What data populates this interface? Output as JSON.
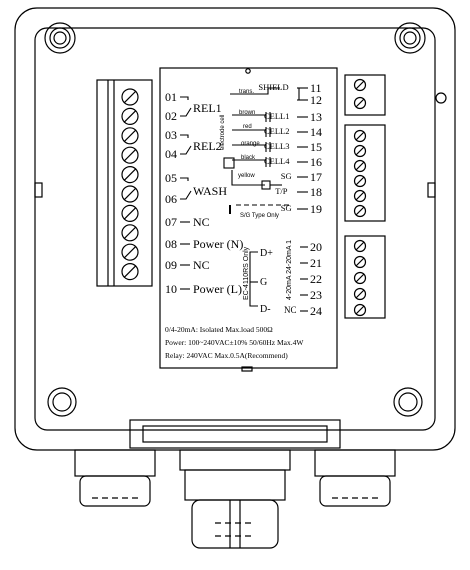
{
  "left_terminals": [
    {
      "num": "01",
      "label": ""
    },
    {
      "num": "02",
      "label": "REL1"
    },
    {
      "num": "03",
      "label": ""
    },
    {
      "num": "04",
      "label": "REL2"
    },
    {
      "num": "05",
      "label": ""
    },
    {
      "num": "06",
      "label": "WASH"
    },
    {
      "num": "07",
      "label": "NC"
    },
    {
      "num": "08",
      "label": "Power (N)"
    },
    {
      "num": "09",
      "label": "NC"
    },
    {
      "num": "10",
      "label": "Power (L)"
    }
  ],
  "right_terminals": [
    {
      "num": "11",
      "label": "SHIELD"
    },
    {
      "num": "12",
      "label": ""
    },
    {
      "num": "13",
      "label": "CELL1"
    },
    {
      "num": "14",
      "label": "CELL2"
    },
    {
      "num": "15",
      "label": "CELL3"
    },
    {
      "num": "16",
      "label": "CELL4"
    },
    {
      "num": "17",
      "label": "SG"
    },
    {
      "num": "18",
      "label": "T/P"
    },
    {
      "num": "19",
      "label": "SG"
    }
  ],
  "comm_terminals": [
    {
      "num": "20",
      "label": ""
    },
    {
      "num": "21",
      "label": ""
    },
    {
      "num": "22",
      "label": ""
    },
    {
      "num": "23",
      "label": ""
    },
    {
      "num": "24",
      "label": "NC"
    }
  ],
  "wire_colors": {
    "trans": "trans.",
    "brown": "brown",
    "red": "red",
    "orange": "orange",
    "black": "black",
    "yellow": "yellow"
  },
  "electrode_cell_label": "electrode cell",
  "sg_note": "S/G Type Only",
  "rs485": {
    "title": "EC-4110RS Only",
    "d_plus": "D+",
    "g": "G",
    "d_minus": "D-",
    "out1": "4-20mA 1",
    "out2": "4-20mA 2"
  },
  "specs": [
    "0/4-20mA: Isolated Max.load 500Ω",
    "Power: 100~240VAC±10% 50/60Hz Max.4W",
    "Relay: 240VAC Max.0.5A(Recommend)"
  ],
  "colors": {
    "line": "#000000",
    "background": "#ffffff"
  }
}
